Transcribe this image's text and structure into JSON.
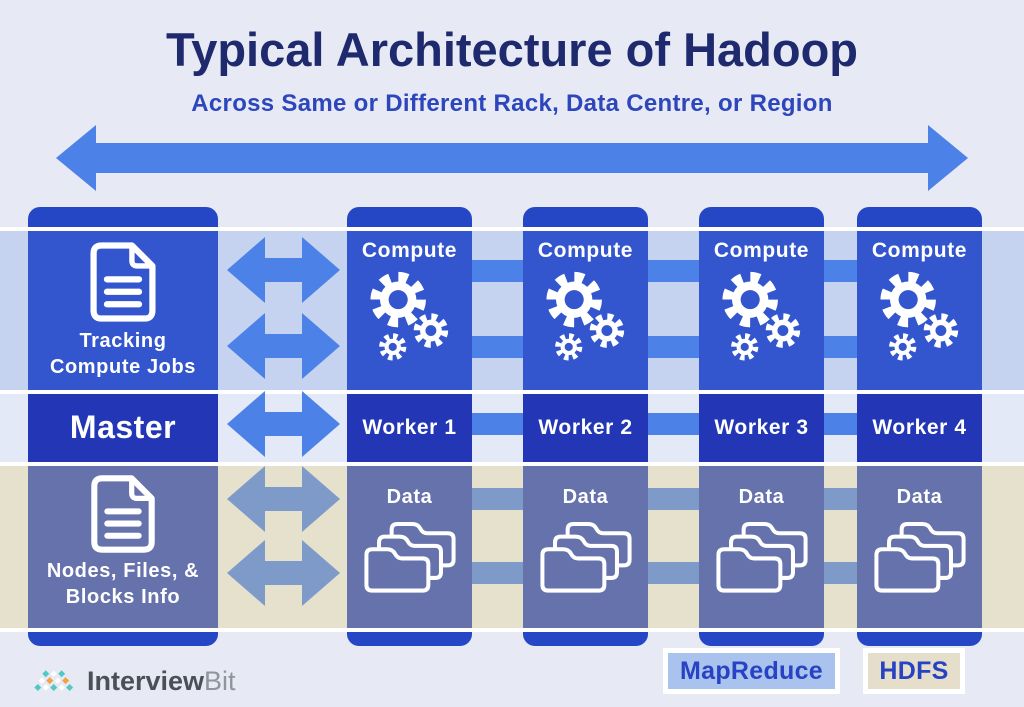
{
  "title": "Typical Architecture of Hadoop",
  "subtitle": "Across Same or Different Rack, Data Centre, or Region",
  "master": {
    "tracking_line1": "Tracking",
    "tracking_line2": "Compute Jobs",
    "label": "Master",
    "nodes_line1": "Nodes, Files, &",
    "nodes_line2": "Blocks Info"
  },
  "workers": [
    {
      "compute": "Compute",
      "label": "Worker 1",
      "data": "Data"
    },
    {
      "compute": "Compute",
      "label": "Worker 2",
      "data": "Data"
    },
    {
      "compute": "Compute",
      "label": "Worker 3",
      "data": "Data"
    },
    {
      "compute": "Compute",
      "label": "Worker 4",
      "data": "Data"
    }
  ],
  "legend": {
    "mapreduce": "MapReduce",
    "hdfs": "HDFS"
  },
  "logo": {
    "primary": "Interview",
    "secondary": "Bit"
  },
  "colors": {
    "page-bg": "#e7eaf5",
    "title": "#1e2a6d",
    "subtitle": "#2d46bc",
    "bright-blue": "#4c82e8",
    "slate-blue": "#7e9ac9",
    "cap": "#2547c5",
    "compute-box": "#3355cd",
    "worker-box": "#2337b6",
    "data-box": "#6672ab",
    "compute-band": "#c6d3f0",
    "worker-band": "#e4e9f7",
    "data-band": "#e6e1cc",
    "legend-text": "#2742c2",
    "legend-mapreduce-bg": "#aac3ee",
    "legend-hdfs-bg": "#e4decb",
    "logo-teal": "#4ec9c4",
    "logo-orange": "#f0a23f",
    "logo-text-primary": "#4b5056",
    "logo-text-secondary": "#8f959b"
  }
}
